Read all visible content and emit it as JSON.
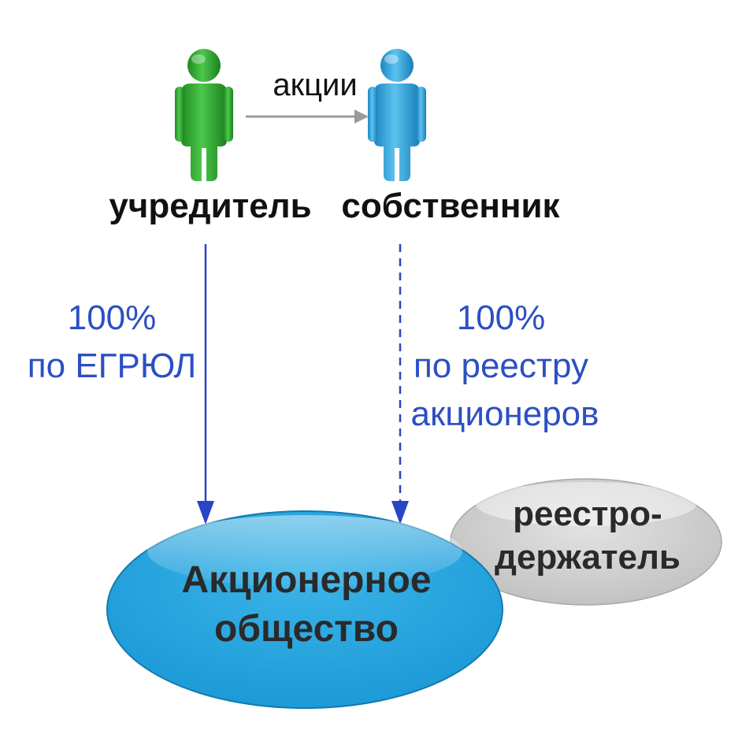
{
  "founder": {
    "label": "учредитель",
    "color": "#2aa52a"
  },
  "owner": {
    "label": "собственник",
    "color": "#2a9fdc"
  },
  "transfer_label": "акции",
  "founder_link": {
    "line1": "100%",
    "line2": "по ЕГРЮЛ"
  },
  "owner_link": {
    "line1": "100%",
    "line2": "по реестру",
    "line3": "акционеров"
  },
  "company": {
    "line1": "Акционерное",
    "line2": "общество",
    "color": "#1fa3dc"
  },
  "registrar": {
    "line1": "реестро-",
    "line2": "держатель",
    "color": "#cfcfcf"
  },
  "link_color": "#2a44c8",
  "arrow_color": "#999999"
}
